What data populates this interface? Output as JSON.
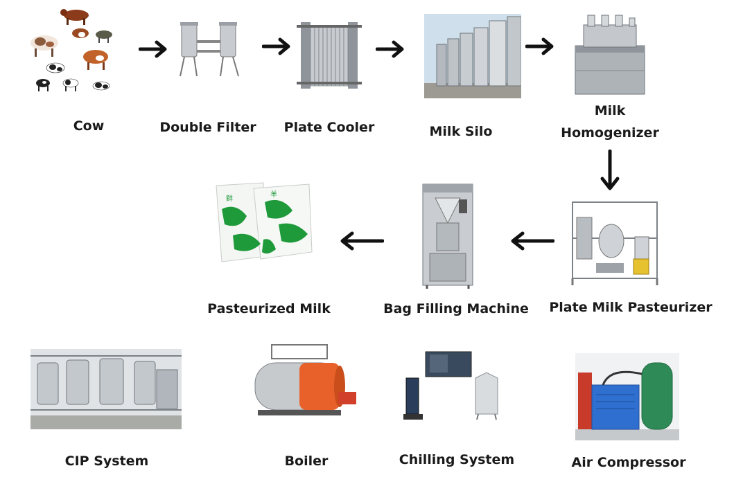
{
  "stages": [
    {
      "id": "cow",
      "label": "Cow",
      "icon": "cow-herd-icon"
    },
    {
      "id": "double-filter",
      "label": "Double Filter",
      "icon": "double-filter-icon"
    },
    {
      "id": "plate-cooler",
      "label": "Plate Cooler",
      "icon": "plate-cooler-icon"
    },
    {
      "id": "milk-silo",
      "label": "Milk Silo",
      "icon": "milk-silo-icon"
    },
    {
      "id": "milk-homogenizer",
      "label_line1": "Milk",
      "label_line2": "Homogenizer",
      "icon": "homogenizer-icon"
    },
    {
      "id": "plate-milk-pasteurizer",
      "label": "Plate Milk Pasteurizer",
      "icon": "pasteurizer-icon"
    },
    {
      "id": "bag-filling-machine",
      "label": "Bag Filling Machine",
      "icon": "bag-filling-machine-icon"
    },
    {
      "id": "pasteurized-milk",
      "label": "Pasteurized Milk",
      "icon": "milk-bag-icon"
    }
  ],
  "auxiliary": [
    {
      "id": "cip-system",
      "label": "CIP System",
      "icon": "cip-tanks-icon"
    },
    {
      "id": "boiler",
      "label": "Boiler",
      "icon": "boiler-icon"
    },
    {
      "id": "chilling-system",
      "label": "Chilling System",
      "icon": "chiller-icon"
    },
    {
      "id": "air-compressor",
      "label": "Air Compressor",
      "icon": "air-compressor-icon"
    }
  ],
  "arrows": [
    "right",
    "right",
    "right",
    "right",
    "down",
    "left",
    "left"
  ],
  "colors": {
    "arrow": "#111111",
    "steel": "#b9bec4",
    "steel_dark": "#7d858d",
    "bag_green": "#1f9a3a",
    "boiler_orange": "#e8602a",
    "compressor_blue": "#2f6fd0",
    "tank_green": "#2e8b57"
  }
}
